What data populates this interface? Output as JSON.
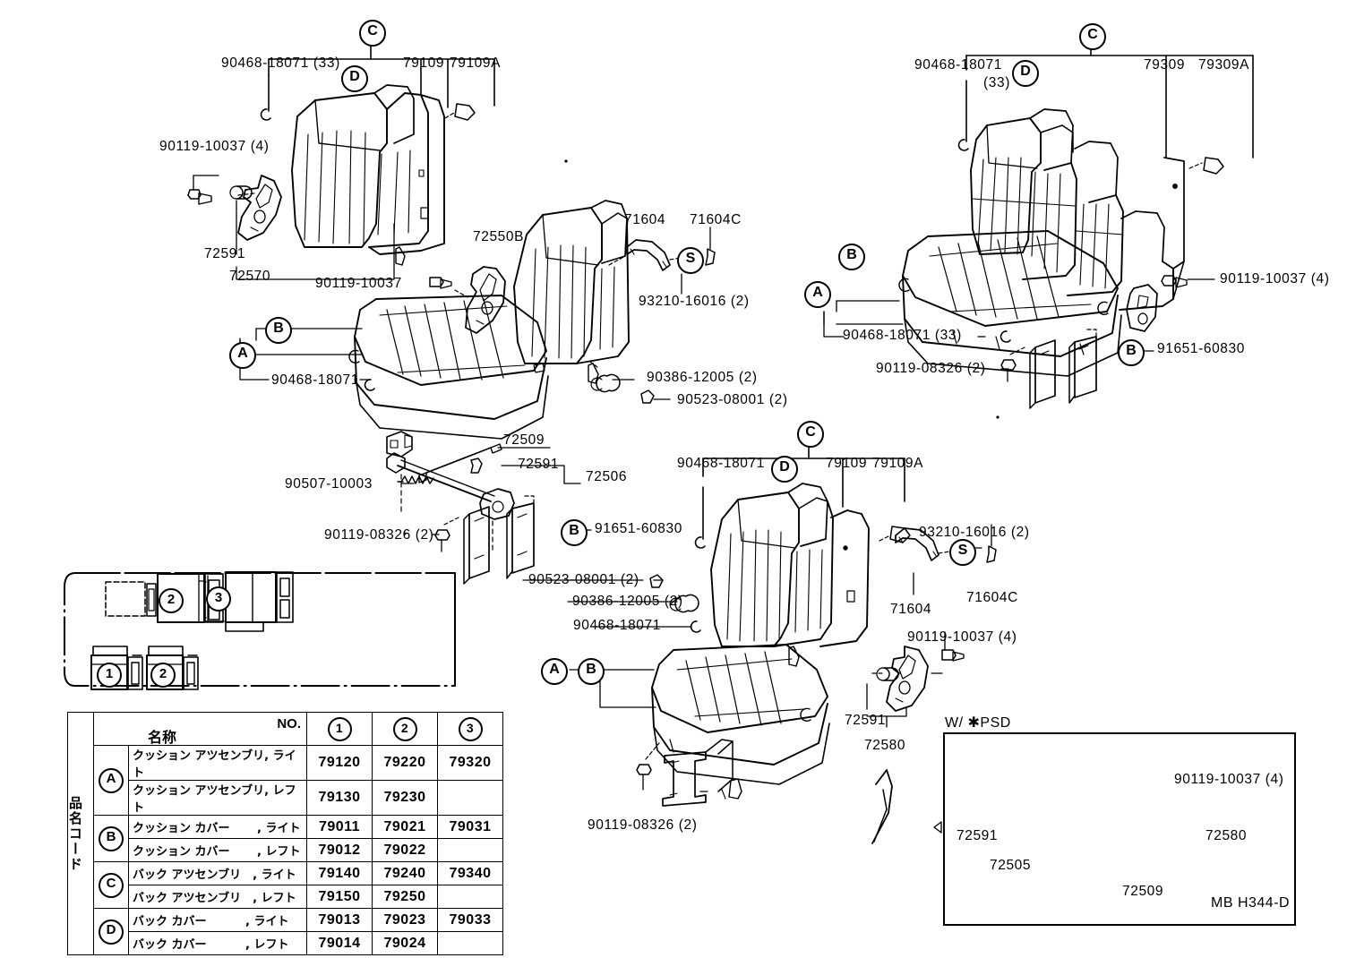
{
  "figure": {
    "code": "MB H344-D",
    "psd_note": "W/ ✱PSD"
  },
  "callouts": {
    "front_left_top": [
      {
        "id": "c-90468-18071-33-tl",
        "text": "90468-18071 (33)"
      },
      {
        "id": "c-79109-tl",
        "text": "79109"
      },
      {
        "id": "c-79109A-tl",
        "text": "79109A"
      },
      {
        "id": "c-90119-10037-4-tl",
        "text": "90119-10037 (4)"
      },
      {
        "id": "c-72591-tl",
        "text": "72591"
      },
      {
        "id": "c-72570-tl",
        "text": "72570"
      },
      {
        "id": "c-72550B",
        "text": "72550B"
      },
      {
        "id": "c-90119-10037-ml",
        "text": "90119-10037"
      },
      {
        "id": "c-71604-tm",
        "text": "71604"
      },
      {
        "id": "c-71604C-tm",
        "text": "71604C"
      },
      {
        "id": "c-93210-16016-2-tm",
        "text": "93210-16016 (2)"
      },
      {
        "id": "c-90468-18071-ml",
        "text": "90468-18071"
      },
      {
        "id": "c-90386-12005-2-ml",
        "text": "90386-12005 (2)"
      },
      {
        "id": "c-90523-08001-2-ml",
        "text": "90523-08001 (2)"
      }
    ],
    "mid_left": [
      {
        "id": "c-72509-ml",
        "text": "72509"
      },
      {
        "id": "c-72591-ml",
        "text": "72591"
      },
      {
        "id": "c-72506-ml",
        "text": "72506"
      },
      {
        "id": "c-90507-10003-ml",
        "text": "90507-10003"
      },
      {
        "id": "c-90119-08326-2-ml",
        "text": "90119-08326 (2)"
      },
      {
        "id": "c-91651-60830-ml",
        "text": "91651-60830"
      },
      {
        "id": "c-90523-08001-2-m2",
        "text": "90523-08001 (2)"
      },
      {
        "id": "c-90386-12005-2-m2",
        "text": "90386-12005 (2)"
      }
    ],
    "rear_right_top": [
      {
        "id": "c-90468-18071-tr",
        "text": "90468-18071"
      },
      {
        "id": "c-33-tr",
        "text": "(33)"
      },
      {
        "id": "c-79309-tr",
        "text": "79309"
      },
      {
        "id": "c-79309A-tr",
        "text": "79309A"
      },
      {
        "id": "c-90119-10037-4-tr",
        "text": "90119-10037 (4)"
      },
      {
        "id": "c-90468-18071-33-r2",
        "text": "90468-18071 (33)"
      },
      {
        "id": "c-90119-08326-2-r2",
        "text": "90119-08326 (2)"
      },
      {
        "id": "c-91651-60830-r2",
        "text": "91651-60830"
      }
    ],
    "front_right_bottom": [
      {
        "id": "c-90468-18071-br",
        "text": "90468-18071"
      },
      {
        "id": "c-79109-br",
        "text": "79109"
      },
      {
        "id": "c-79109A-br",
        "text": "79109A"
      },
      {
        "id": "c-93210-16016-2-br",
        "text": "93210-16016 (2)"
      },
      {
        "id": "c-71604-br",
        "text": "71604"
      },
      {
        "id": "c-71604C-br",
        "text": "71604C"
      },
      {
        "id": "c-90119-10037-4-br",
        "text": "90119-10037 (4)"
      },
      {
        "id": "c-72591-br",
        "text": "72591"
      },
      {
        "id": "c-72580-br",
        "text": "72580"
      },
      {
        "id": "c-90468-18071-b2",
        "text": "90468-18071"
      },
      {
        "id": "c-90119-08326-2-b2",
        "text": "90119-08326 (2)"
      }
    ],
    "psd_inset": [
      {
        "id": "c-90119-10037-4-psd",
        "text": "90119-10037 (4)"
      },
      {
        "id": "c-72580-psd",
        "text": "72580"
      },
      {
        "id": "c-72591-psd",
        "text": "72591"
      },
      {
        "id": "c-72505-psd",
        "text": "72505"
      },
      {
        "id": "c-72509-psd",
        "text": "72509"
      }
    ],
    "code_bubbles": [
      {
        "id": "b-C-tl",
        "text": "C"
      },
      {
        "id": "b-D-tl",
        "text": "D"
      },
      {
        "id": "b-B-ml",
        "text": "B"
      },
      {
        "id": "b-A-ml",
        "text": "A"
      },
      {
        "id": "b-S-tm",
        "text": "S"
      },
      {
        "id": "b-B-m2",
        "text": "B"
      },
      {
        "id": "b-C-tr",
        "text": "C"
      },
      {
        "id": "b-D-tr",
        "text": "D"
      },
      {
        "id": "b-B-r1",
        "text": "B"
      },
      {
        "id": "b-A-r1",
        "text": "A"
      },
      {
        "id": "b-B-r2",
        "text": "B"
      },
      {
        "id": "b-C-br",
        "text": "C"
      },
      {
        "id": "b-D-br",
        "text": "D"
      },
      {
        "id": "b-S-br",
        "text": "S"
      },
      {
        "id": "b-A-b1",
        "text": "A"
      },
      {
        "id": "b-B-b1",
        "text": "B"
      }
    ],
    "plan_view_numbers": [
      {
        "id": "pv-2-upper",
        "text": "2"
      },
      {
        "id": "pv-3-upper",
        "text": "3"
      },
      {
        "id": "pv-1-lower",
        "text": "1"
      },
      {
        "id": "pv-2-lower",
        "text": "2"
      }
    ]
  },
  "table": {
    "no_label": "NO.",
    "name_label": "名称",
    "code_label": "品名コード",
    "columns": [
      "1",
      "2",
      "3"
    ],
    "groups": [
      {
        "code": "A",
        "rows": [
          {
            "name": "クッション アツセンブリ, ライト",
            "v1": "79120",
            "v2": "79220",
            "v3": "79320"
          },
          {
            "name": "クッション アツセンブリ, レフト",
            "v1": "79130",
            "v2": "79230",
            "v3": ""
          }
        ]
      },
      {
        "code": "B",
        "rows": [
          {
            "name": "クッション カバー 　　, ライト",
            "v1": "79011",
            "v2": "79021",
            "v3": "79031"
          },
          {
            "name": "クッション カバー 　　, レフト",
            "v1": "79012",
            "v2": "79022",
            "v3": ""
          }
        ]
      },
      {
        "code": "C",
        "rows": [
          {
            "name": "バック アツセンブリ　, ライト",
            "v1": "79140",
            "v2": "79240",
            "v3": "79340"
          },
          {
            "name": "バック アツセンブリ　, レフト",
            "v1": "79150",
            "v2": "79250",
            "v3": ""
          }
        ]
      },
      {
        "code": "D",
        "rows": [
          {
            "name": "バック カバー 　　　, ライト",
            "v1": "79013",
            "v2": "79023",
            "v3": "79033"
          },
          {
            "name": "バック カバー 　　　, レフト",
            "v1": "79014",
            "v2": "79024",
            "v3": ""
          }
        ]
      }
    ]
  },
  "colors": {
    "ink": "#000000",
    "paper": "#ffffff"
  }
}
